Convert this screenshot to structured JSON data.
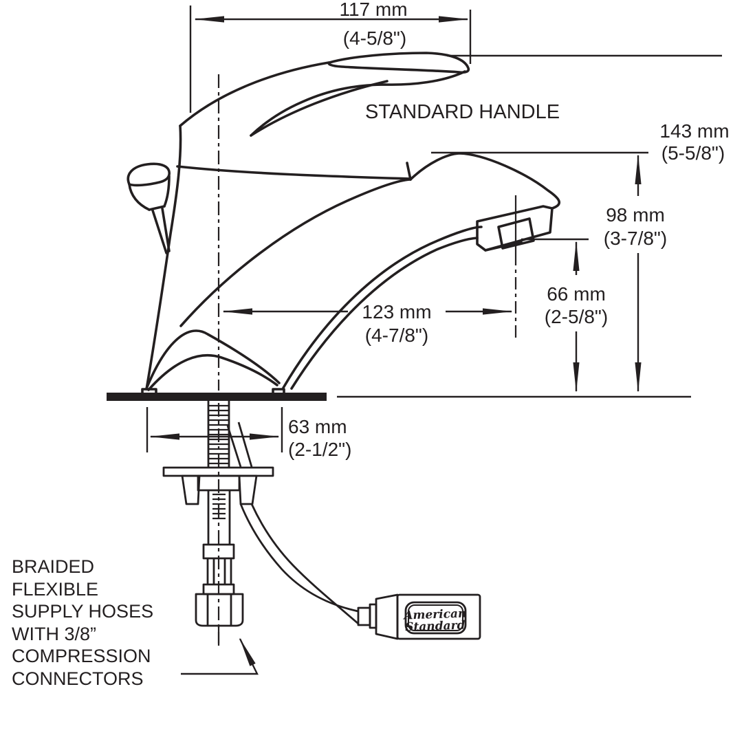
{
  "page": {
    "background": "#ffffff",
    "ink": "#231f20"
  },
  "drawing": {
    "handle_note": "STANDARD HANDLE",
    "dimensions": {
      "handle_length": {
        "metric": "117 mm",
        "imperial": "(4-5/8\")"
      },
      "overall_height": {
        "metric": "143 mm",
        "imperial": "(5-5/8\")"
      },
      "spout_height": {
        "metric": "98 mm",
        "imperial": "(3-7/8\")"
      },
      "outlet_height": {
        "metric": "66 mm",
        "imperial": "(2-5/8\")"
      },
      "spout_reach": {
        "metric": "123 mm",
        "imperial": "(4-7/8\")"
      },
      "shank_width": {
        "metric": "63 mm",
        "imperial": "(2-1/2\")"
      }
    },
    "supply_note": {
      "line1": "BRAIDED",
      "line2": "FLEXIBLE",
      "line3": "SUPPLY HOSES",
      "line4": "WITH 3/8”",
      "line5": "COMPRESSION",
      "line6": "CONNECTORS"
    },
    "logo": {
      "line1": "American",
      "line2": "Standard"
    }
  }
}
